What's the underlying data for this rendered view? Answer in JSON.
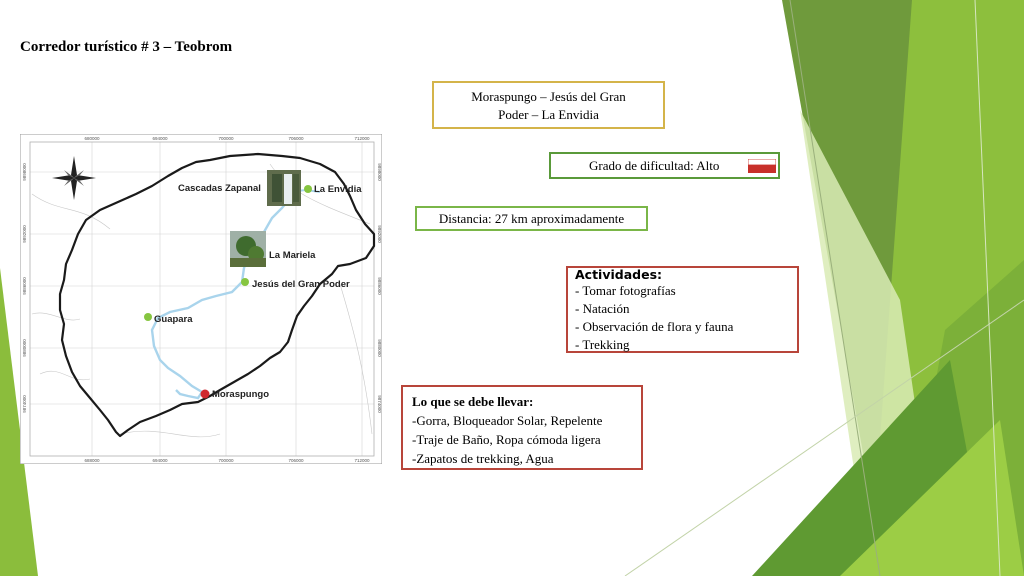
{
  "slide": {
    "title": "Corredor turístico # 3 – Teobrom"
  },
  "route_box": {
    "line1": "Moraspungo – Jesús del Gran",
    "line2": "Poder – La Envidia"
  },
  "difficulty_box": {
    "text": "Grado de dificultad: Alto"
  },
  "distance_box": {
    "text": "Distancia: 27 km aproximadamente"
  },
  "activities_box": {
    "heading": "Actividades:",
    "items": [
      "- Tomar fotografías",
      "- Natación",
      "- Observación de flora y fauna",
      "- Trekking"
    ]
  },
  "carry_box": {
    "heading": "Lo que se debe llevar:",
    "items": [
      "-Gorra, Bloqueador Solar, Repelente",
      "-Traje de Baño, Ropa cómoda ligera",
      "-Zapatos de trekking, Agua"
    ]
  },
  "map": {
    "top_ticks": [
      "680000",
      "694000",
      "700000",
      "706000",
      "712000"
    ],
    "bottom_ticks": [
      "688000",
      "694000",
      "700000",
      "706000",
      "712000"
    ],
    "left_ticks": [
      "9898000",
      "9892000",
      "9886000",
      "9880000",
      "9874000"
    ],
    "right_ticks": [
      "9898000",
      "9892000",
      "9886000",
      "9880000",
      "9874000"
    ],
    "labels": {
      "cascadas": "Cascadas Zapanal",
      "envidia": "La Envidia",
      "mariela": "La Mariela",
      "jesus": "Jesús del Gran Poder",
      "guapara": "Guapara",
      "moraspungo": "Moraspungo"
    }
  },
  "colors": {
    "route_border": "#d4b44a",
    "difficulty_border": "#5a9a3a",
    "distance_border": "#7ab648",
    "activities_border": "#b8453a",
    "carry_border": "#b8453a",
    "difficulty_flag": "#c8302a",
    "map_river": "#a9d4ec",
    "map_point_green": "#86c540",
    "map_point_red": "#d0282e"
  }
}
